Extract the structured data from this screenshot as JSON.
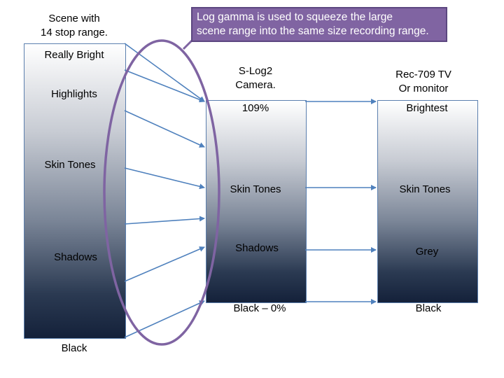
{
  "scene": {
    "title_line1": "Scene with",
    "title_line2": "14 stop range.",
    "labels": [
      "Really Bright",
      "Highlights",
      "Skin Tones",
      "Shadows",
      "Black"
    ]
  },
  "camera": {
    "title_line1": "S-Log2",
    "title_line2": "Camera.",
    "labels": [
      "109%",
      "Skin Tones",
      "Shadows",
      "Black – 0%"
    ]
  },
  "monitor": {
    "title_line1": "Rec-709 TV",
    "title_line2": "Or monitor",
    "labels": [
      "Brightest",
      "Skin Tones",
      "Grey",
      "Black"
    ]
  },
  "callout": {
    "line1": "Log gamma is used to squeeze the large",
    "line2": "scene range into the same size recording range."
  },
  "colors": {
    "arrow": "#4f81bd",
    "ellipse": "#7f64a2",
    "callout_fill": "#8064a2"
  }
}
